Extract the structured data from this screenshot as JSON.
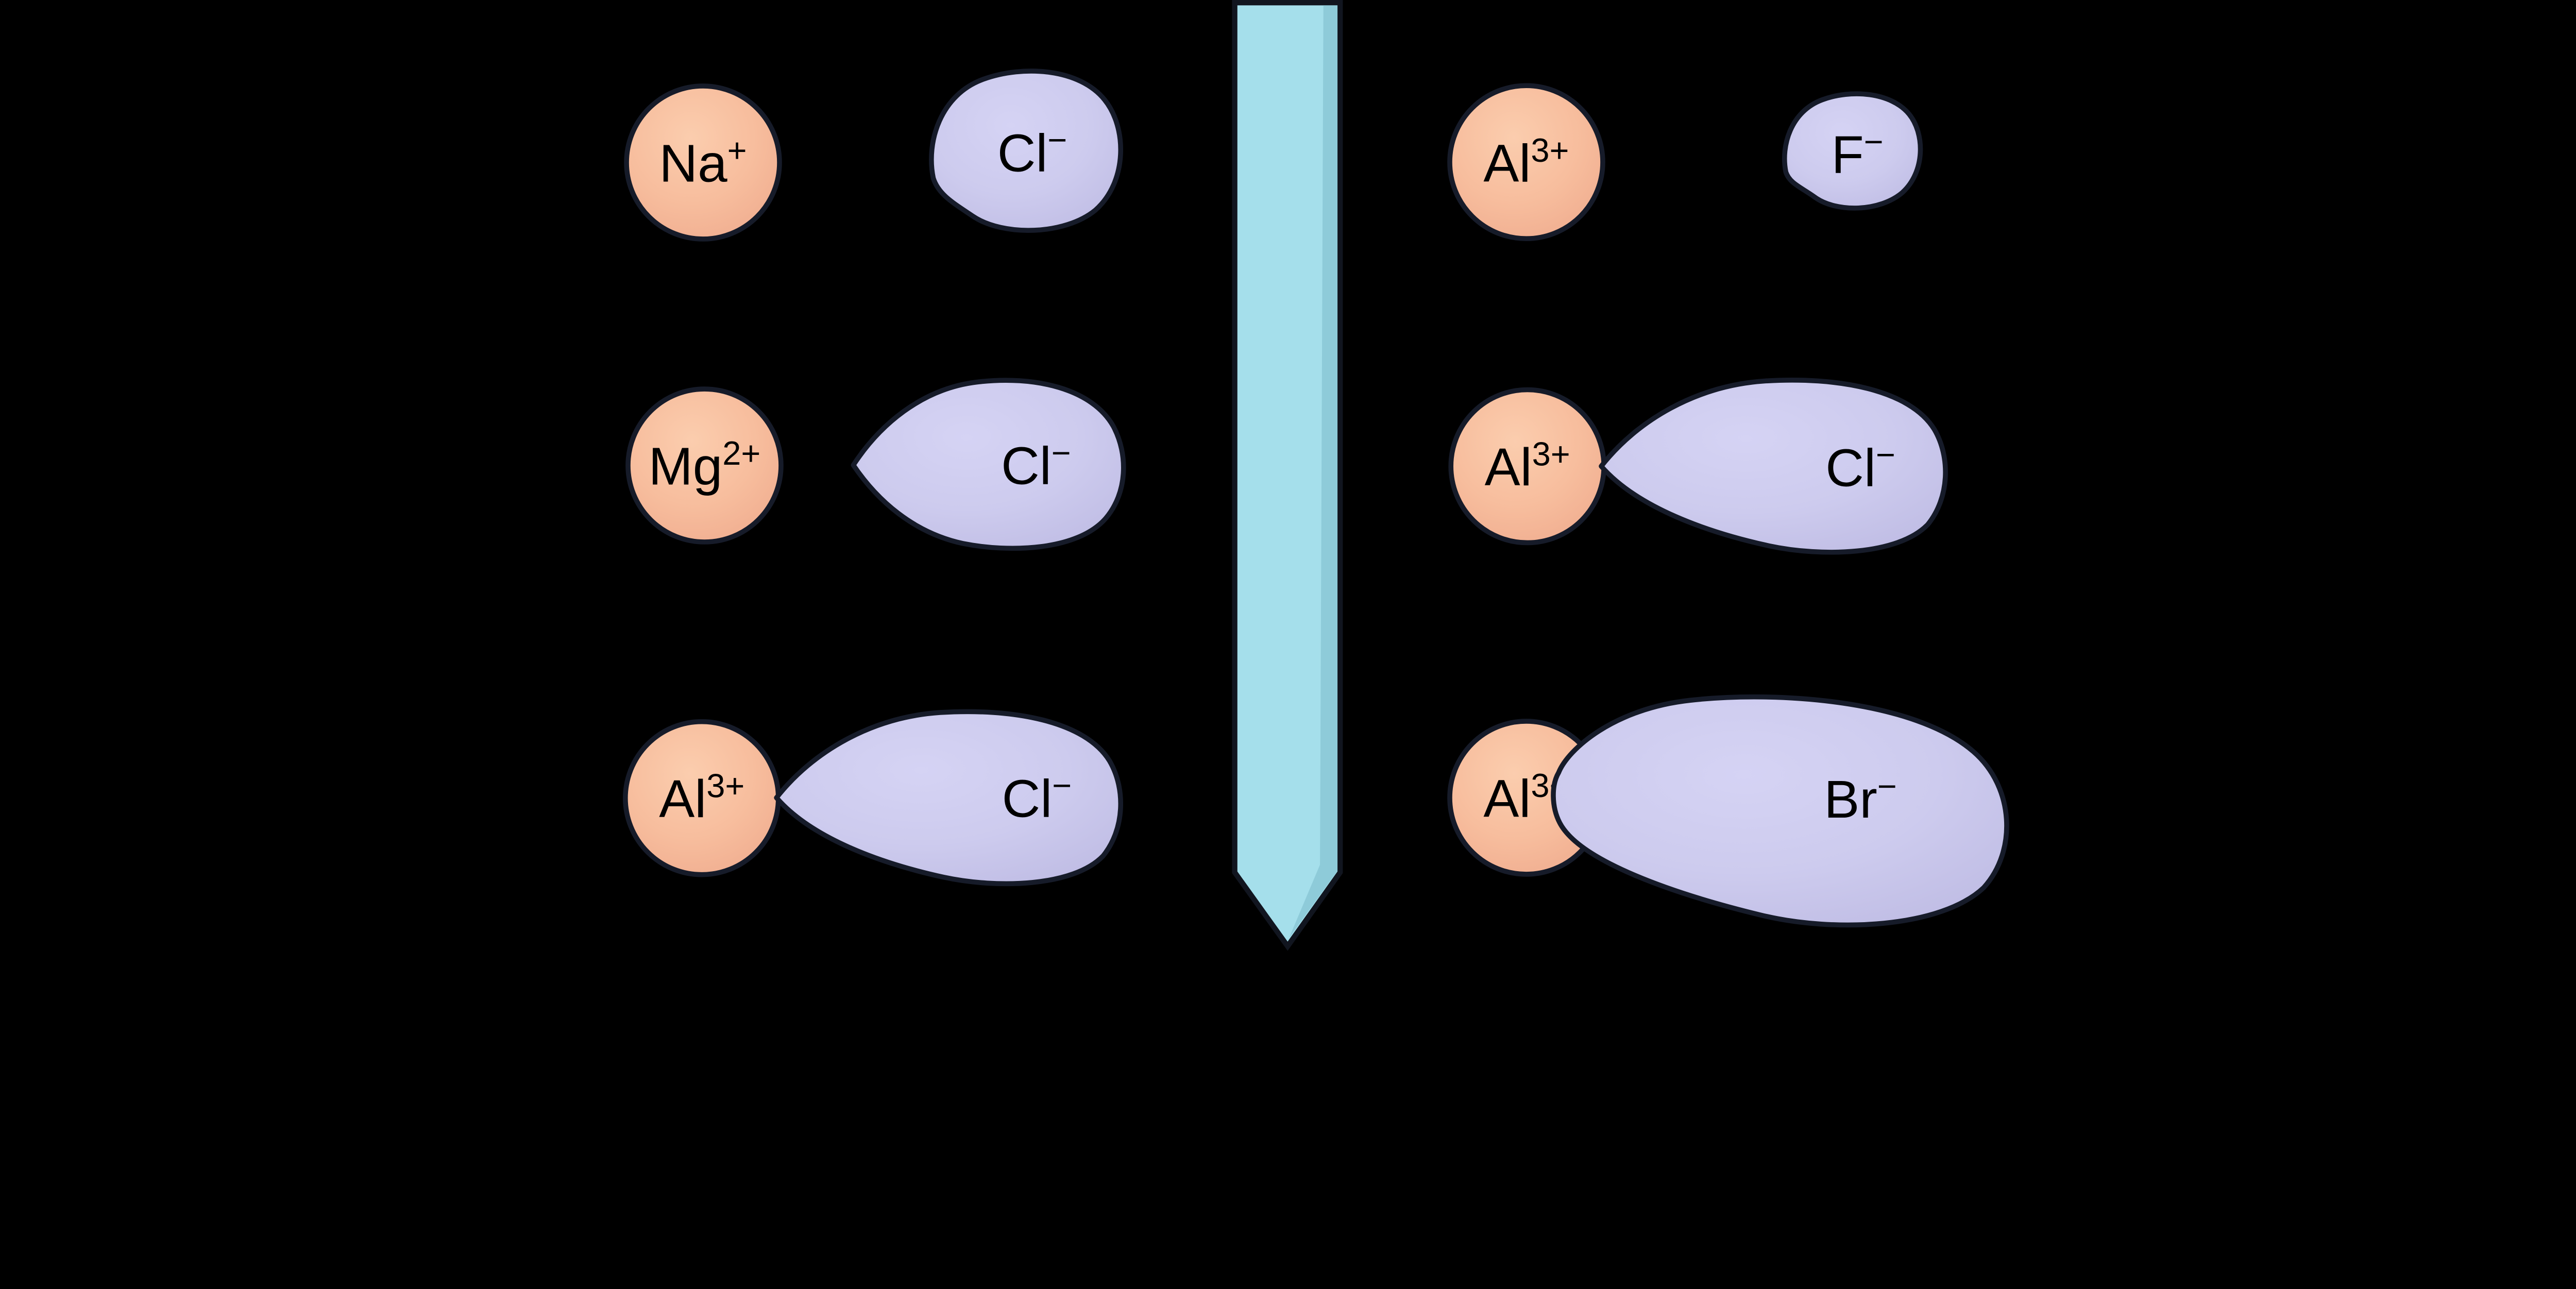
{
  "colors": {
    "background": "#000000",
    "outline": "#161b29",
    "label_color": "#000000",
    "cation_fill_light": "#fbcdae",
    "cation_fill_mid": "#f7bd9d",
    "cation_fill_edge": "#efab8e",
    "anion_fill_light": "#d5d3f4",
    "anion_fill_mid": "#cdcbee",
    "anion_fill_edge": "#bfbce4",
    "arrow_fill": "#a5dfeb",
    "arrow_shade": "#8ecbd9",
    "arrow_outline": "#11151f"
  },
  "arrow": {
    "direction": "down"
  },
  "left_panel": {
    "rows": [
      {
        "cation": {
          "base": "Na",
          "sup": "+"
        },
        "anion": {
          "base": "Cl",
          "sup": "−"
        }
      },
      {
        "cation": {
          "base": "Mg",
          "sup": "2+"
        },
        "anion": {
          "base": "Cl",
          "sup": "−"
        }
      },
      {
        "cation": {
          "base": "Al",
          "sup": "3+"
        },
        "anion": {
          "base": "Cl",
          "sup": "−"
        }
      }
    ]
  },
  "right_panel": {
    "rows": [
      {
        "cation": {
          "base": "Al",
          "sup": "3+"
        },
        "anion": {
          "base": "F",
          "sup": "−"
        }
      },
      {
        "cation": {
          "base": "Al",
          "sup": "3+"
        },
        "anion": {
          "base": "Cl",
          "sup": "−"
        }
      },
      {
        "cation": {
          "base": "Al",
          "sup": "3+"
        },
        "anion": {
          "base": "Br",
          "sup": "−"
        }
      }
    ]
  }
}
